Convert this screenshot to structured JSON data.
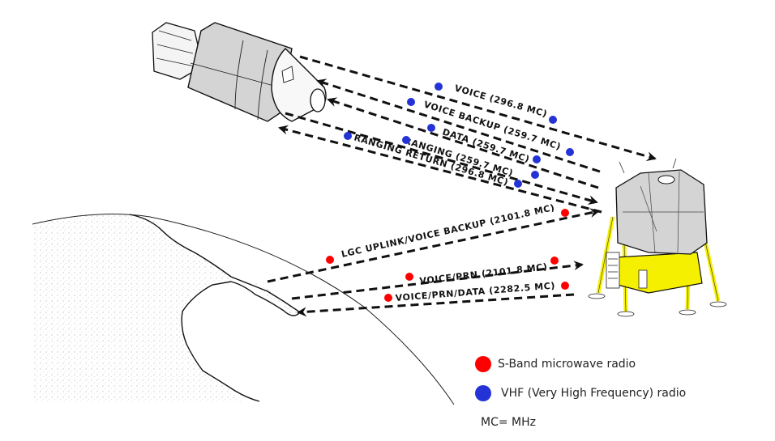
{
  "title": "Apollo LM / CSM / Earth communication links",
  "colors": {
    "s_band": "#ff0000",
    "vhf": "#2433d6",
    "lm_yellow": "#f5f000",
    "spacecraft_gray": "#d4d4d4"
  },
  "objects": {
    "csm": "Command/Service Module",
    "lm": "Lunar Module",
    "earth": "Earth station"
  },
  "vhf_links": [
    {
      "label": "VOICE (296.8 MC)",
      "band": "vhf",
      "direction": "csm-to-lm"
    },
    {
      "label": "VOICE BACKUP (259.7 MC)",
      "band": "vhf",
      "direction": "lm-to-csm"
    },
    {
      "label": "DATA (259.7 MC)",
      "band": "vhf",
      "direction": "lm-to-csm"
    },
    {
      "label": "RANGING (259.7 MC)",
      "band": "vhf",
      "direction": "csm-to-lm"
    },
    {
      "label": "RANGING RETURN (296.8 MC)",
      "band": "vhf",
      "direction": "lm-to-csm"
    }
  ],
  "sband_links": [
    {
      "label": "LGC UPLINK/VOICE BACKUP (2101.8 MC)",
      "band": "s_band",
      "direction": "earth-to-lm"
    },
    {
      "label": "VOICE/PRN (2101.8 MC)",
      "band": "s_band",
      "direction": "earth-to-lm"
    },
    {
      "label": "VOICE/PRN/DATA (2282.5 MC)",
      "band": "s_band",
      "direction": "lm-to-earth"
    }
  ],
  "legend": {
    "items": [
      {
        "label": "S-Band microwave radio",
        "color": "#ff0000"
      },
      {
        "label": "VHF (Very High Frequency) radio",
        "color": "#2433d6"
      }
    ],
    "note": "MC= MHz"
  }
}
